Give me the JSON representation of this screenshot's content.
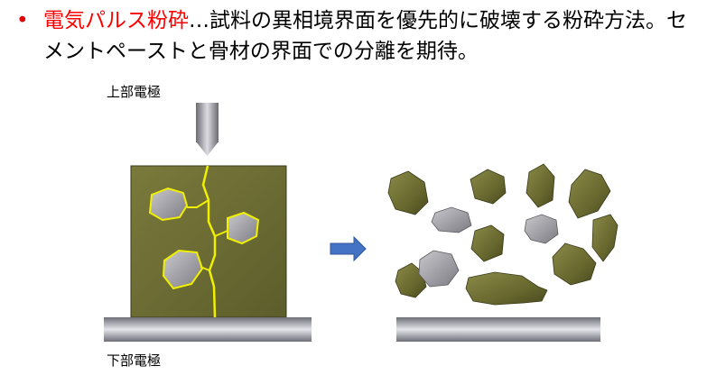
{
  "bullet": {
    "marker": "•",
    "term": "電気パルス粉砕",
    "description": "…試料の異相境界面を優先的に破壊する粉砕方法。セメントペーストと骨材の界面での分離を期待。"
  },
  "labels": {
    "upper_electrode": "上部電極",
    "lower_electrode": "下部電極"
  },
  "colors": {
    "term": "#ff0000",
    "cement_paste": "#6b6b33",
    "aggregate": "#a4a4a8",
    "crack": "#f0f000",
    "electrode": "#a0a0a8",
    "arrow": "#4472c4"
  }
}
